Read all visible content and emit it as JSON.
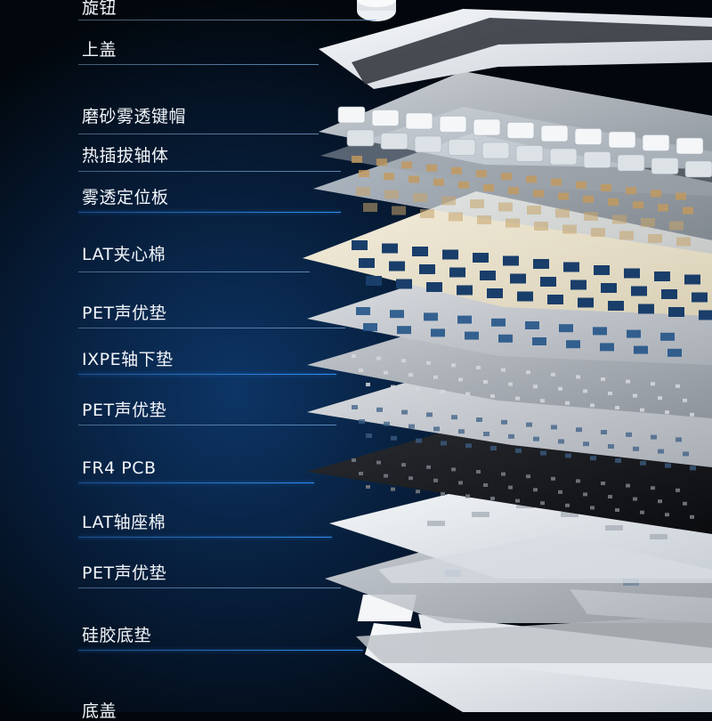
{
  "layers": [
    {
      "id": "knob",
      "label": "旋钮",
      "accent": false
    },
    {
      "id": "top-case",
      "label": "上盖",
      "accent": false
    },
    {
      "id": "keycaps",
      "label": "磨砂雾透键帽",
      "accent": false
    },
    {
      "id": "switches",
      "label": "热插拔轴体",
      "accent": false
    },
    {
      "id": "plate",
      "label": "雾透定位板",
      "accent": true
    },
    {
      "id": "lat-foam",
      "label": "LAT夹心棉",
      "accent": false
    },
    {
      "id": "pet-pad-1",
      "label": "PET声优垫",
      "accent": false
    },
    {
      "id": "ixpe-pad",
      "label": "IXPE轴下垫",
      "accent": true
    },
    {
      "id": "pet-pad-2",
      "label": "PET声优垫",
      "accent": false
    },
    {
      "id": "pcb",
      "label": "FR4 PCB",
      "accent": true
    },
    {
      "id": "lat-socket-foam",
      "label": "LAT轴座棉",
      "accent": true
    },
    {
      "id": "pet-pad-3",
      "label": "PET声优垫",
      "accent": false
    },
    {
      "id": "silicone-pad",
      "label": "硅胶底垫",
      "accent": true
    },
    {
      "id": "bottom-case",
      "label": "底盖",
      "accent": false
    }
  ],
  "colors": {
    "background": "#02070d",
    "background_glow": "#0d3566",
    "label_text": "#f2f6fa",
    "leader_line": "#7aa5cf",
    "leader_accent": "#2f8ff0"
  }
}
